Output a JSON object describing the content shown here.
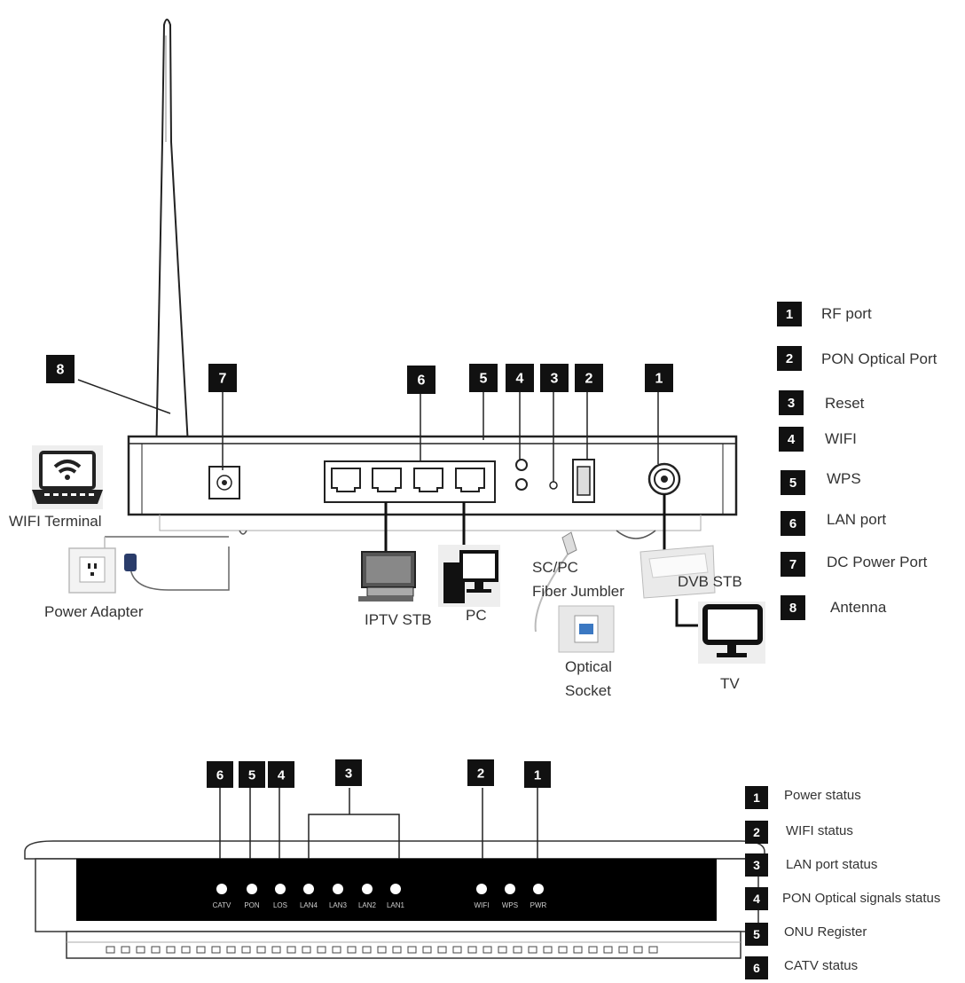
{
  "rear": {
    "callouts": [
      {
        "num": "8"
      },
      {
        "num": "7"
      },
      {
        "num": "6"
      },
      {
        "num": "5"
      },
      {
        "num": "4"
      },
      {
        "num": "3"
      },
      {
        "num": "2"
      },
      {
        "num": "1"
      }
    ],
    "labels": {
      "wifi_terminal": "WIFI Terminal",
      "power_adapter": "Power Adapter",
      "iptv_stb": "IPTV STB",
      "pc": "PC",
      "fiber_line1": "SC/PC",
      "fiber_line2": "Fiber Jumbler",
      "dvb_stb": "DVB STB",
      "optical_line1": "Optical",
      "optical_line2": "Socket",
      "tv": "TV"
    },
    "legend": [
      {
        "num": "1",
        "text": "RF port"
      },
      {
        "num": "2",
        "text": "PON Optical Port"
      },
      {
        "num": "3",
        "text": "Reset"
      },
      {
        "num": "4",
        "text": "WIFI"
      },
      {
        "num": "5",
        "text": "WPS"
      },
      {
        "num": "6",
        "text": "LAN port"
      },
      {
        "num": "7",
        "text": "DC Power Port"
      },
      {
        "num": "8",
        "text": "Antenna"
      }
    ]
  },
  "front": {
    "callouts": [
      {
        "num": "6"
      },
      {
        "num": "5"
      },
      {
        "num": "4"
      },
      {
        "num": "3"
      },
      {
        "num": "2"
      },
      {
        "num": "1"
      }
    ],
    "leds": [
      "CATV",
      "PON",
      "LOS",
      "LAN4",
      "LAN3",
      "LAN2",
      "LAN1",
      "WIFI",
      "WPS",
      "PWR"
    ],
    "legend": [
      {
        "num": "1",
        "text": "Power status"
      },
      {
        "num": "2",
        "text": "WIFI status"
      },
      {
        "num": "3",
        "text": "LAN port status"
      },
      {
        "num": "4",
        "text": "PON Optical signals status"
      },
      {
        "num": "5",
        "text": "ONU Register"
      },
      {
        "num": "6",
        "text": "CATV status"
      }
    ]
  }
}
